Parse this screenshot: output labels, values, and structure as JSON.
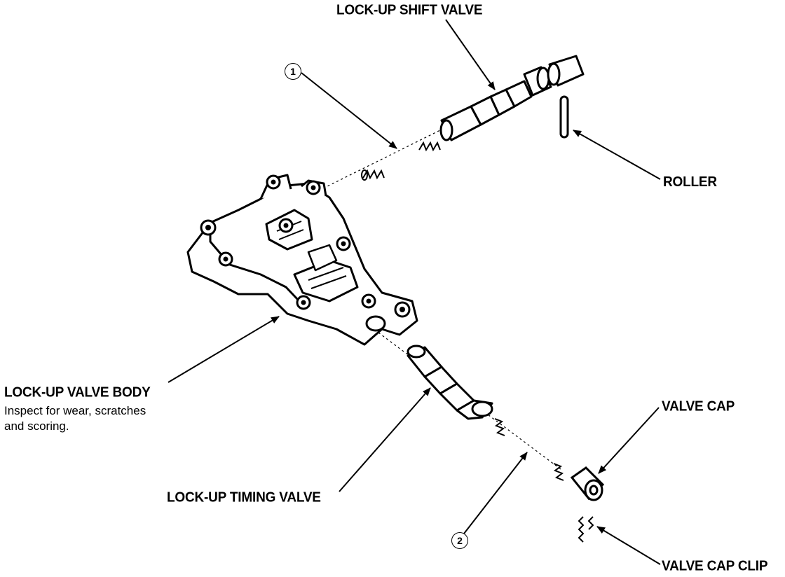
{
  "labels": {
    "lock_up_shift_valve": "LOCK-UP SHIFT VALVE",
    "roller": "ROLLER",
    "lock_up_valve_body": "LOCK-UP VALVE BODY",
    "inspect_line_1": "Inspect for wear, scratches",
    "inspect_line_2": "and scoring.",
    "lock_up_timing_valve": "LOCK-UP TIMING VALVE",
    "valve_cap": "VALVE CAP",
    "valve_cap_clip": "VALVE CAP CLIP"
  },
  "callouts": {
    "spring_1": "1",
    "spring_2": "2"
  }
}
